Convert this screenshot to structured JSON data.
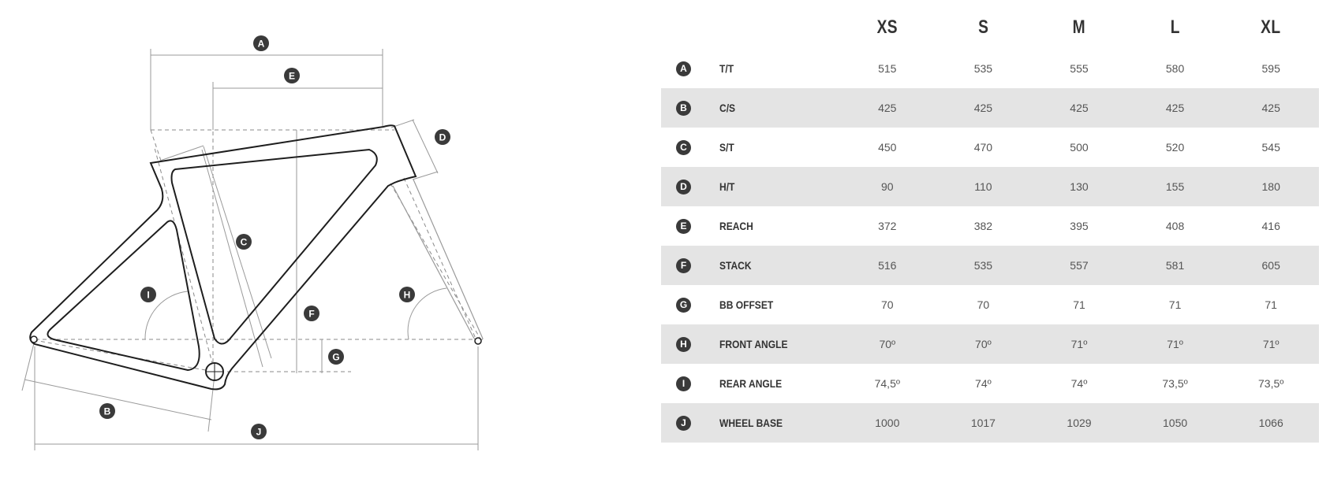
{
  "diagram": {
    "markers": [
      "A",
      "B",
      "C",
      "D",
      "E",
      "F",
      "G",
      "H",
      "I",
      "J"
    ]
  },
  "table": {
    "sizes": [
      "XS",
      "S",
      "M",
      "L",
      "XL"
    ],
    "rows": [
      {
        "key": "A",
        "label": "T/T",
        "values": [
          "515",
          "535",
          "555",
          "580",
          "595"
        ]
      },
      {
        "key": "B",
        "label": "C/S",
        "values": [
          "425",
          "425",
          "425",
          "425",
          "425"
        ]
      },
      {
        "key": "C",
        "label": "S/T",
        "values": [
          "450",
          "470",
          "500",
          "520",
          "545"
        ]
      },
      {
        "key": "D",
        "label": "H/T",
        "values": [
          "90",
          "110",
          "130",
          "155",
          "180"
        ]
      },
      {
        "key": "E",
        "label": "REACH",
        "values": [
          "372",
          "382",
          "395",
          "408",
          "416"
        ]
      },
      {
        "key": "F",
        "label": "STACK",
        "values": [
          "516",
          "535",
          "557",
          "581",
          "605"
        ]
      },
      {
        "key": "G",
        "label": "BB OFFSET",
        "values": [
          "70",
          "70",
          "71",
          "71",
          "71"
        ]
      },
      {
        "key": "H",
        "label": "FRONT ANGLE",
        "values": [
          "70º",
          "70º",
          "71º",
          "71º",
          "71º"
        ]
      },
      {
        "key": "I",
        "label": "REAR ANGLE",
        "values": [
          "74,5º",
          "74º",
          "74º",
          "73,5º",
          "73,5º"
        ]
      },
      {
        "key": "J",
        "label": "WHEEL BASE",
        "values": [
          "1000",
          "1017",
          "1029",
          "1050",
          "1066"
        ]
      }
    ]
  },
  "colors": {
    "badge": "#3a3a3a",
    "row_shade": "#e4e4e4",
    "frame_stroke": "#1e1e1e",
    "dimension_line": "#9a9a9a"
  }
}
